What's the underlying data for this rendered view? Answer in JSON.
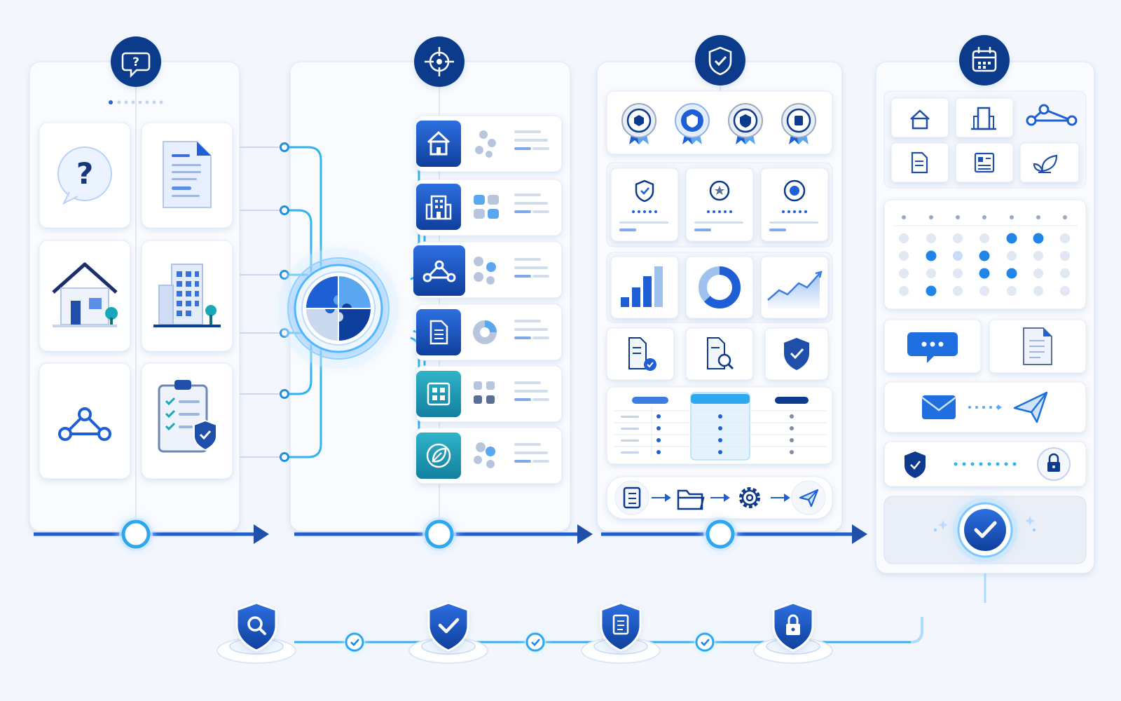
{
  "stages": [
    {
      "id": "intake",
      "badge_icon": "question-bubble-icon",
      "tiles": [
        "question-icon",
        "document-icon",
        "house-icon",
        "office-building-icon",
        "network-triangle-icon",
        "clipboard-shield-icon"
      ]
    },
    {
      "id": "matching",
      "badge_icon": "target-icon",
      "hub_icon": "puzzle-icon",
      "rows": [
        "home-icon",
        "building-icon",
        "network-triangle-icon",
        "document-icon",
        "grid-icon",
        "leaf-icon"
      ]
    },
    {
      "id": "verification",
      "badge_icon": "shield-check-icon",
      "sections": [
        "award-badges",
        "verification-cards",
        "analytics-charts",
        "compliance-documents",
        "status-table",
        "workflow-steps"
      ]
    },
    {
      "id": "completion",
      "badge_icon": "calendar-icon",
      "tiles": [
        "home-icon",
        "building-icon",
        "network-triangle-icon",
        "document-icon",
        "form-icon",
        "leaf-icon"
      ],
      "sections": [
        "calendar-grid",
        "message-document-row",
        "email-send-row",
        "secure-lock-row",
        "approved-check"
      ]
    }
  ],
  "bottom_shields": [
    "shield-search-icon",
    "shield-check-icon",
    "shield-document-icon",
    "shield-lock-icon"
  ],
  "colors": {
    "navy": "#0d3a8c",
    "primary": "#1f5fd6",
    "cyan": "#2fb6ef",
    "teal": "#1aa7b8",
    "panel": "#f9fbfe",
    "tile": "#ffffff"
  }
}
